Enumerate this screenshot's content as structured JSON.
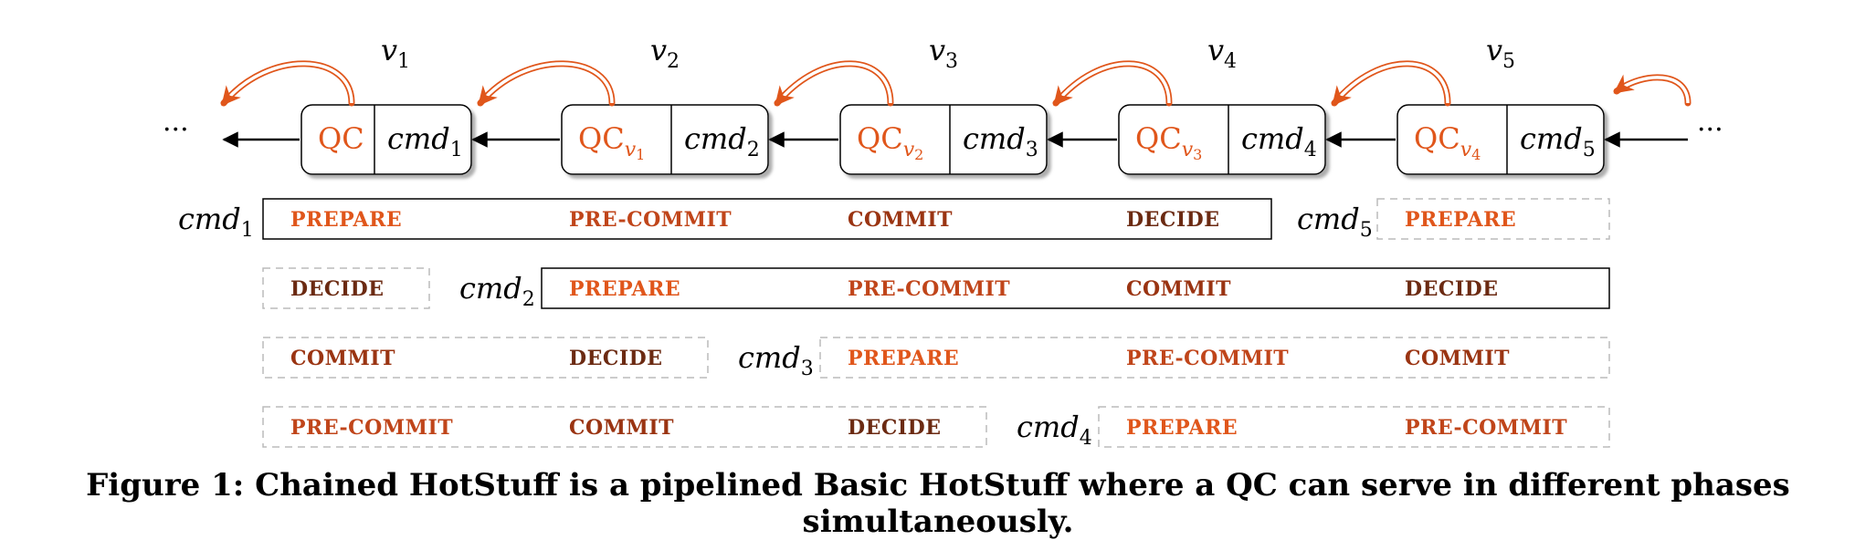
{
  "colors": {
    "qc": "#e0561b",
    "prepare": "#e0561b",
    "precommit": "#c0451a",
    "commit": "#9a3412",
    "decide": "#6b2a12",
    "arrow": "#e0561b"
  },
  "chain": {
    "ellipsis_left": "···",
    "ellipsis_right": "···",
    "blocks": [
      {
        "view": "v",
        "view_sub": "1",
        "qc": "QC",
        "qc_sub": "",
        "cmd": "cmd",
        "cmd_sub": "1"
      },
      {
        "view": "v",
        "view_sub": "2",
        "qc": "QC",
        "qc_sub": "v1",
        "cmd": "cmd",
        "cmd_sub": "2"
      },
      {
        "view": "v",
        "view_sub": "3",
        "qc": "QC",
        "qc_sub": "v2",
        "cmd": "cmd",
        "cmd_sub": "3"
      },
      {
        "view": "v",
        "view_sub": "4",
        "qc": "QC",
        "qc_sub": "v3",
        "cmd": "cmd",
        "cmd_sub": "4"
      },
      {
        "view": "v",
        "view_sub": "5",
        "qc": "QC",
        "qc_sub": "v4",
        "cmd": "cmd",
        "cmd_sub": "5"
      }
    ]
  },
  "rows": [
    {
      "label": "cmd",
      "label_sub": "1",
      "before": [],
      "main": [
        "PREPARE",
        "PRE-COMMIT",
        "COMMIT",
        "DECIDE"
      ],
      "after_label": "cmd",
      "after_label_sub": "5",
      "after": [
        "PREPARE"
      ]
    },
    {
      "label": "cmd",
      "label_sub": "2",
      "before": [
        "DECIDE"
      ],
      "main": [
        "PREPARE",
        "PRE-COMMIT",
        "COMMIT",
        "DECIDE"
      ],
      "after": []
    },
    {
      "label": "cmd",
      "label_sub": "3",
      "before": [
        "COMMIT",
        "DECIDE"
      ],
      "main": [
        "PREPARE",
        "PRE-COMMIT",
        "COMMIT"
      ],
      "after": []
    },
    {
      "label": "cmd",
      "label_sub": "4",
      "before": [
        "PRE-COMMIT",
        "COMMIT",
        "DECIDE"
      ],
      "main": [
        "PREPARE",
        "PRE-COMMIT"
      ],
      "after": []
    }
  ],
  "caption": "Figure 1: Chained HotStuff is a pipelined Basic HotStuff where a QC can serve in different phases simultaneously."
}
